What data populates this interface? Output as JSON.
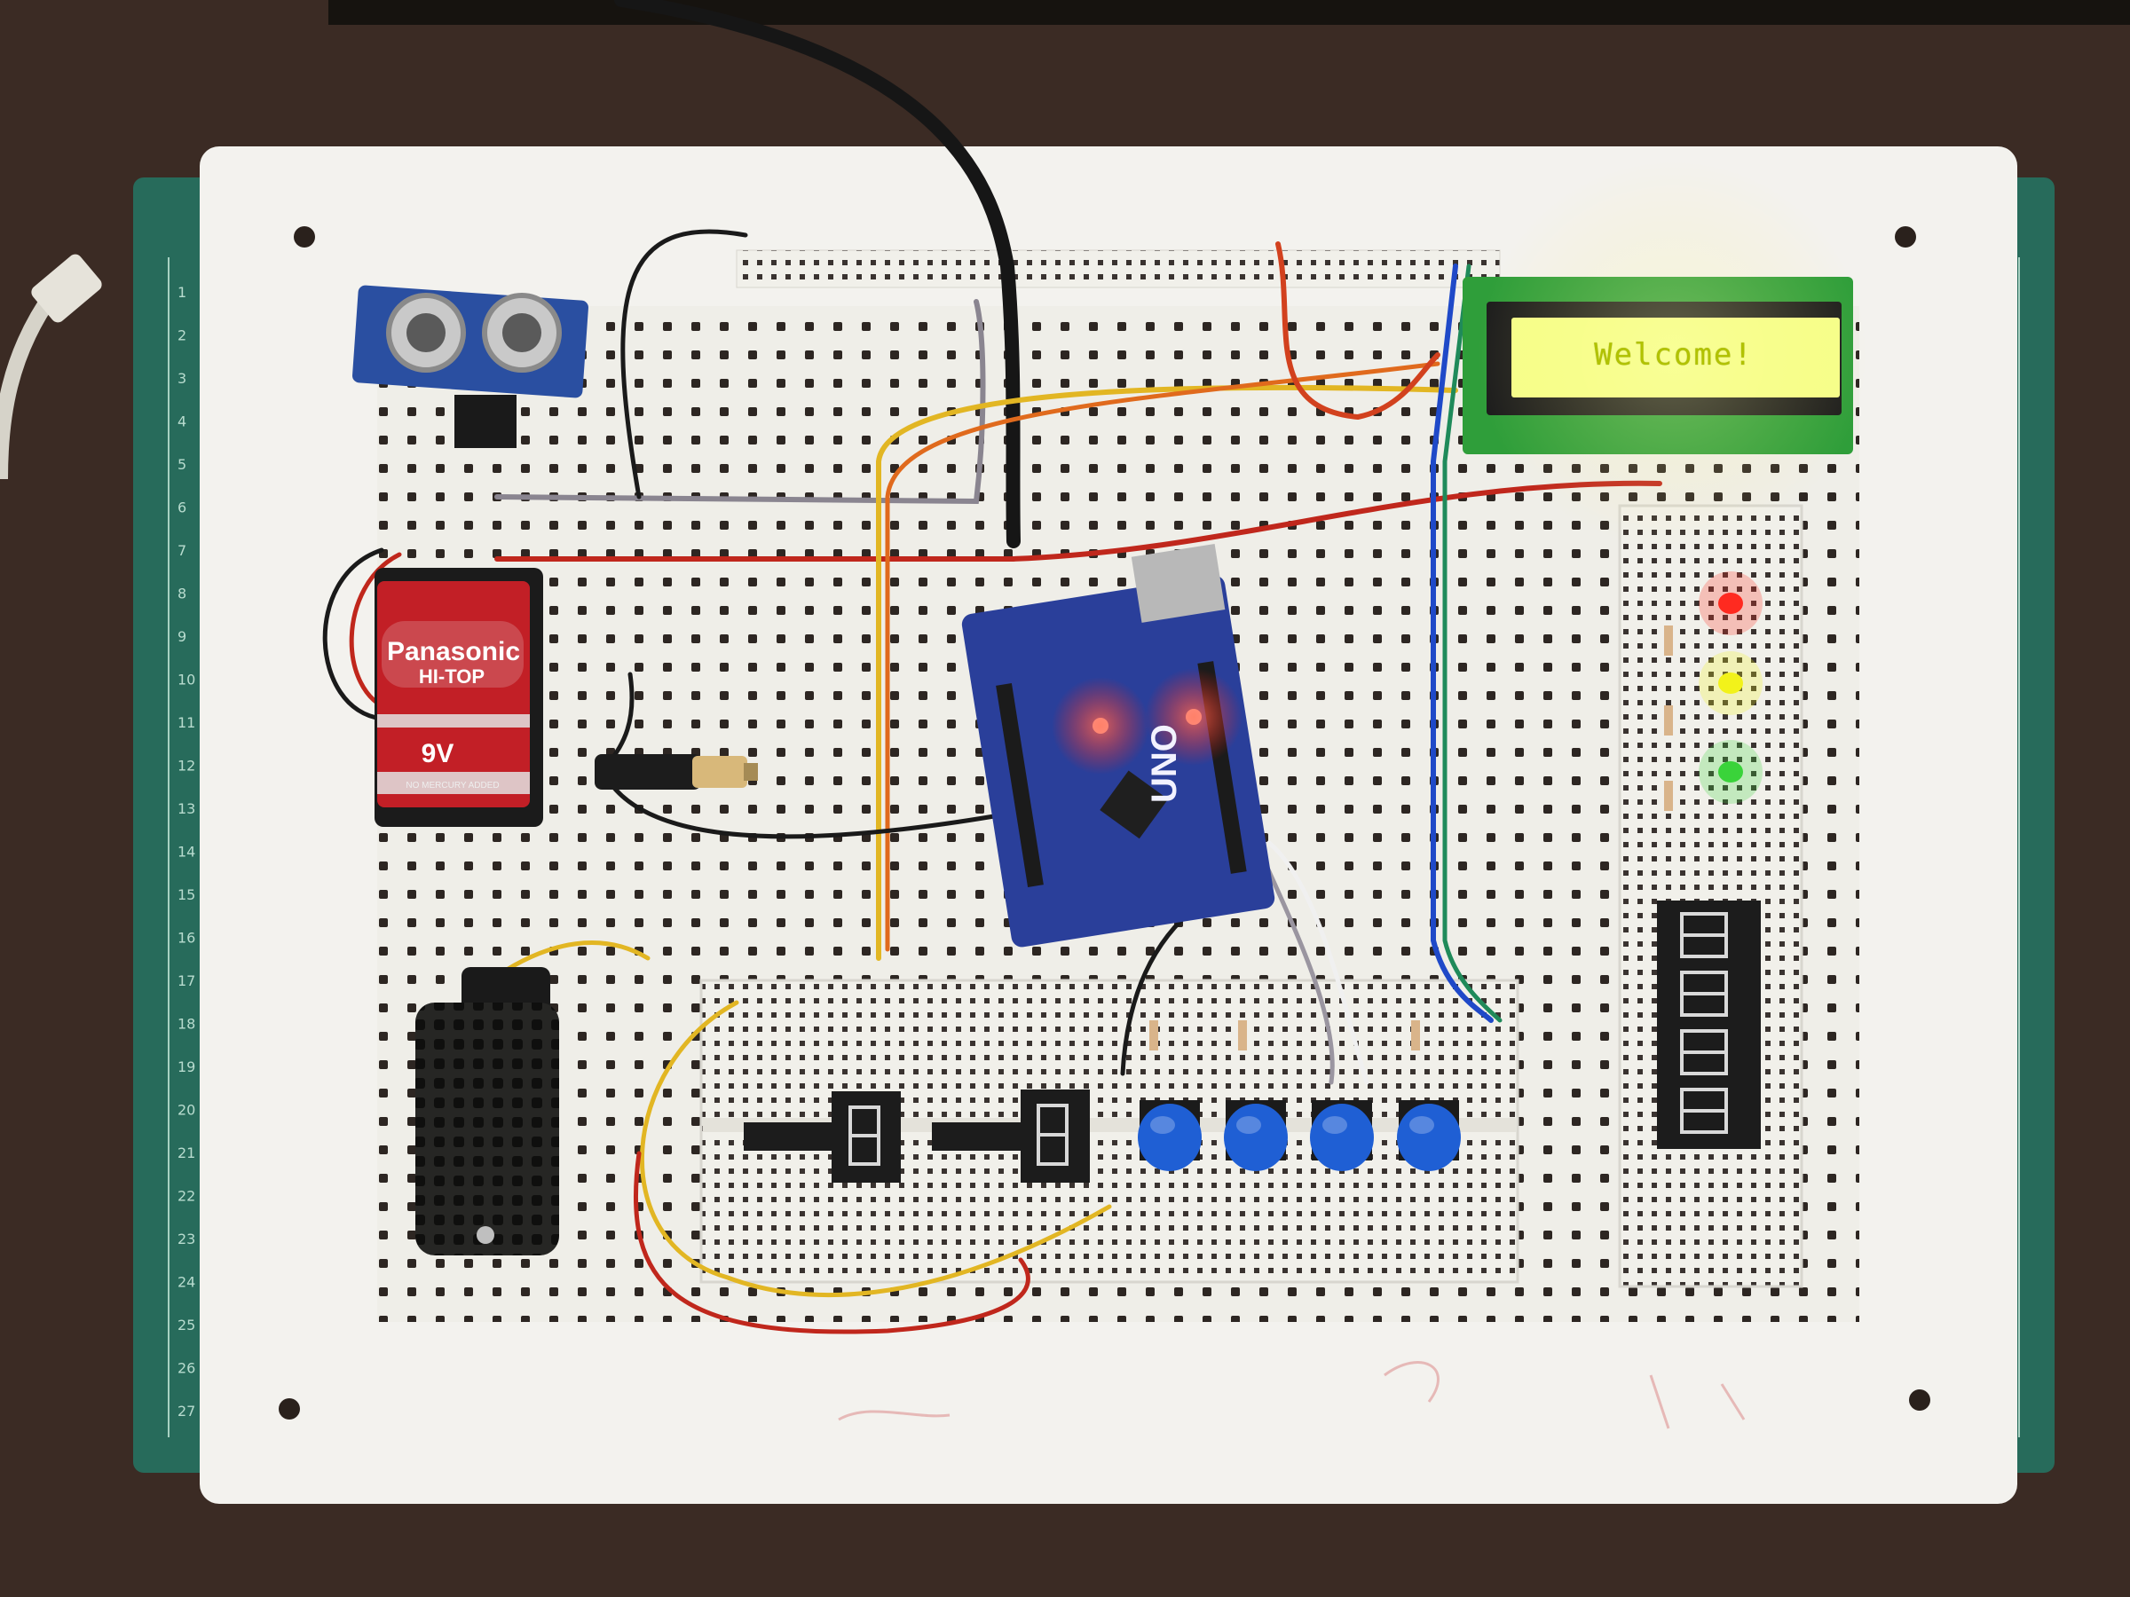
{
  "lcd": {
    "text": "Welcome!",
    "backlight_color": "#f6ff8a",
    "pcb_color": "#2f9e3a"
  },
  "battery": {
    "brand": "Panasonic",
    "model": "HI-TOP",
    "voltage": "9V",
    "small_print": "NO MERCURY ADDED",
    "color": "#c21f26"
  },
  "arduino": {
    "label": "UNO",
    "board_color": "#2a3f9a"
  },
  "leds": [
    {
      "color": "#ff2a20",
      "name": "red-led"
    },
    {
      "color": "#f2f21a",
      "name": "yellow-led"
    },
    {
      "color": "#3ad33a",
      "name": "green-led"
    }
  ],
  "buttons": {
    "count": 4,
    "color": "#1f5fd4"
  },
  "seven_segment": {
    "single_digits": 2,
    "quad_digits": 4
  },
  "cutting_mat_ruler": [
    "1",
    "2",
    "3",
    "4",
    "5",
    "6",
    "7",
    "8",
    "9",
    "10",
    "11",
    "12",
    "13",
    "14",
    "15",
    "16",
    "17",
    "18",
    "19",
    "20",
    "21",
    "22",
    "23",
    "24",
    "25",
    "26",
    "27"
  ]
}
